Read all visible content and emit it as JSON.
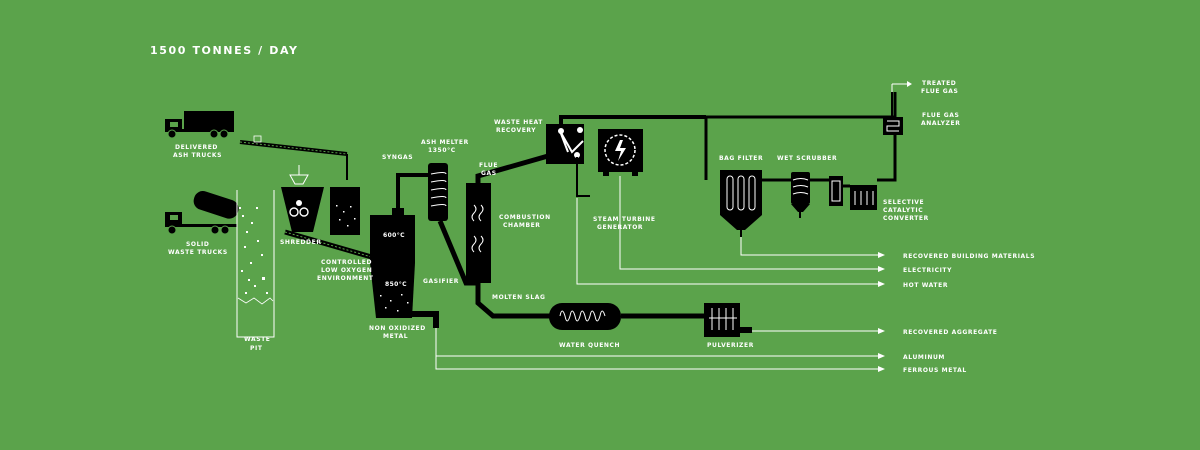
{
  "title": "1500 TONNES / DAY",
  "colors": {
    "background": "#5ba34b",
    "equipment": "#000000",
    "text": "#ffffff"
  },
  "labels": {
    "delivered_ash_trucks": [
      "DELIVERED",
      "ASH TRUCKS"
    ],
    "solid_waste_trucks": [
      "SOLID",
      "WASTE TRUCKS"
    ],
    "waste_pit": [
      "WASTE",
      "PIT"
    ],
    "shredder": [
      "SHREDDER"
    ],
    "controlled_env": [
      "CONTROLLED",
      "LOW OXYGEN",
      "ENVIRONMENT"
    ],
    "syngas": [
      "SYNGAS"
    ],
    "ash_melter": [
      "ASH MELTER",
      "1350°C"
    ],
    "temp_600": "600°C",
    "temp_850": "850°C",
    "gasifier": [
      "GASIFIER"
    ],
    "non_oxidized_metal": [
      "NON OXIDIZED",
      "METAL"
    ],
    "flue_gas": [
      "FLUE",
      "GAS"
    ],
    "combustion_chamber": [
      "COMBUSTION",
      "CHAMBER"
    ],
    "waste_heat_recovery": [
      "WASTE HEAT",
      "RECOVERY"
    ],
    "steam_turbine": [
      "STEAM TURBINE",
      "GENERATOR"
    ],
    "molten_slag": [
      "MOLTEN SLAG"
    ],
    "water_quench": [
      "WATER QUENCH"
    ],
    "pulverizer": [
      "PULVERIZER"
    ],
    "bag_filter": [
      "BAG FILTER"
    ],
    "wet_scrubber": [
      "WET SCRUBBER"
    ],
    "selective_catalytic": [
      "SELECTIVE",
      "CATALYTIC",
      "CONVERTER"
    ],
    "treated_flue_gas": [
      "TREATED",
      "FLUE GAS"
    ],
    "flue_gas_analyzer": [
      "FLUE GAS",
      "ANALYZER"
    ]
  },
  "outputs": {
    "recovered_building_materials": "RECOVERED BUILDING MATERIALS",
    "electricity": "ELECTRICITY",
    "hot_water": "HOT WATER",
    "recovered_aggregate": "RECOVERED AGGREGATE",
    "aluminum": "ALUMINUM",
    "ferrous_metal": "FERROUS METAL"
  },
  "icons": [
    "dump-truck-icon",
    "tipper-truck-icon",
    "conveyor-icon",
    "shredder-icon",
    "gasifier-icon",
    "ash-melter-icon",
    "combustion-chamber-icon",
    "boiler-icon",
    "turbine-icon",
    "bag-filter-icon",
    "scrubber-icon",
    "catalytic-converter-icon",
    "analyzer-icon",
    "water-quench-icon",
    "pulverizer-icon"
  ]
}
